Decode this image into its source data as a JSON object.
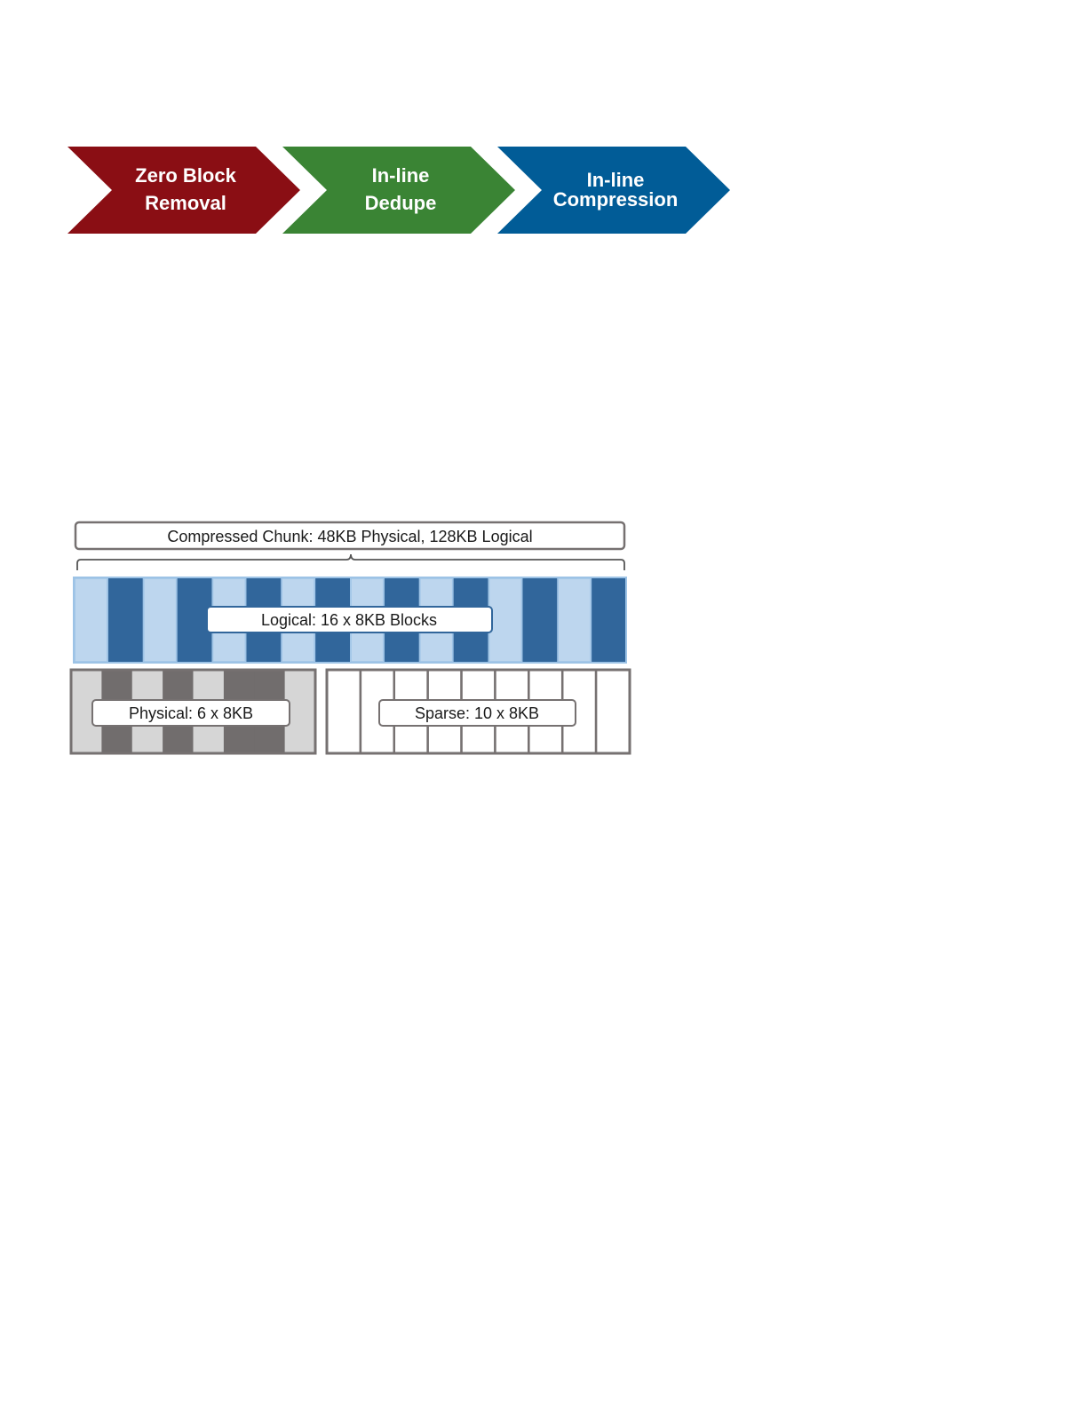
{
  "pipeline": {
    "steps": [
      {
        "line1": "Zero Block",
        "line2": "Removal",
        "color": "#8a0e14"
      },
      {
        "line1": "In-line",
        "line2": "Dedupe",
        "color": "#3a8434"
      },
      {
        "line1": "In-line",
        "line2": "Compression",
        "color": "#015c97"
      }
    ]
  },
  "chunk": {
    "title": "Compressed Chunk: 48KB Physical, 128KB Logical",
    "logical_label": "Logical: 16 x 8KB Blocks",
    "physical_label": "Physical: 6 x 8KB",
    "sparse_label": "Sparse: 10 x 8KB",
    "logical_block_count": 16,
    "physical_block_count": 6,
    "sparse_block_count": 10,
    "colors": {
      "logical_light": "#bdd6ee",
      "logical_dark": "#31669b",
      "physical_light": "#d6d6d6",
      "physical_dark": "#716d6d",
      "border": "#767171"
    }
  }
}
